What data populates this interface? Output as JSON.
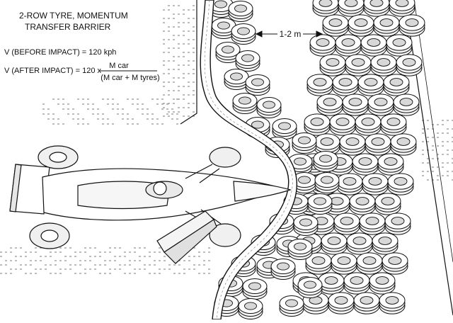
{
  "title": {
    "line1": "2-ROW TYRE, MOMENTUM",
    "line2": "TRANSFER BARRIER"
  },
  "equations": {
    "before": "V (BEFORE IMPACT) = 120 kph",
    "after_prefix": "V (AFTER IMPACT) = 120 x",
    "numerator": "M car",
    "denominator": "(M car + M tyres)"
  },
  "dimension_label": "1-2 m",
  "colors": {
    "ink": "#111111",
    "paper": "#ffffff",
    "tyre_fill": "#f4f4f4"
  }
}
